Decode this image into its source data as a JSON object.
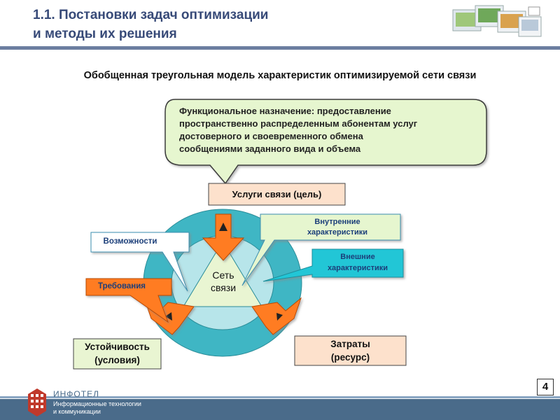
{
  "header": {
    "title_line1": "1.1. Постановки задач оптимизации",
    "title_line2": "и методы их решения"
  },
  "subtitle": "Обобщенная треугольная модель характеристик оптимизируемой сети связи",
  "callout": {
    "lines": [
      "Функциональное назначение: предоставление",
      "пространственно распределенным абонентам услуг",
      "достоверного и своевременного обмена",
      "сообщениями заданного вида и объема"
    ]
  },
  "labels": {
    "goal": "Услуги связи (цель)",
    "center_line1": "Сеть",
    "center_line2": "связи",
    "capabilities": "Возможности",
    "internal_line1": "Внутренние",
    "internal_line2": "характеристики",
    "external_line1": "Внешние",
    "external_line2": "характеристики",
    "requirements": "Требования",
    "stability_line1": "Устойчивость",
    "stability_line2": "(условия)",
    "costs_line1": "Затраты",
    "costs_line2": "(ресурс)"
  },
  "footer": {
    "brand": "ИНФОТЕЛ",
    "sub_line1": "Информационные технологии",
    "sub_line2": "и коммуникации",
    "page_number": "4"
  },
  "colors": {
    "ring_outer": "#3fb6c4",
    "ring_inner": "#b7e5ea",
    "center": "#e9f5d2",
    "arrow": "#ff7b21",
    "callout": "#e6f6cf",
    "title": "#374a78",
    "footer": "#4a6b8a"
  }
}
